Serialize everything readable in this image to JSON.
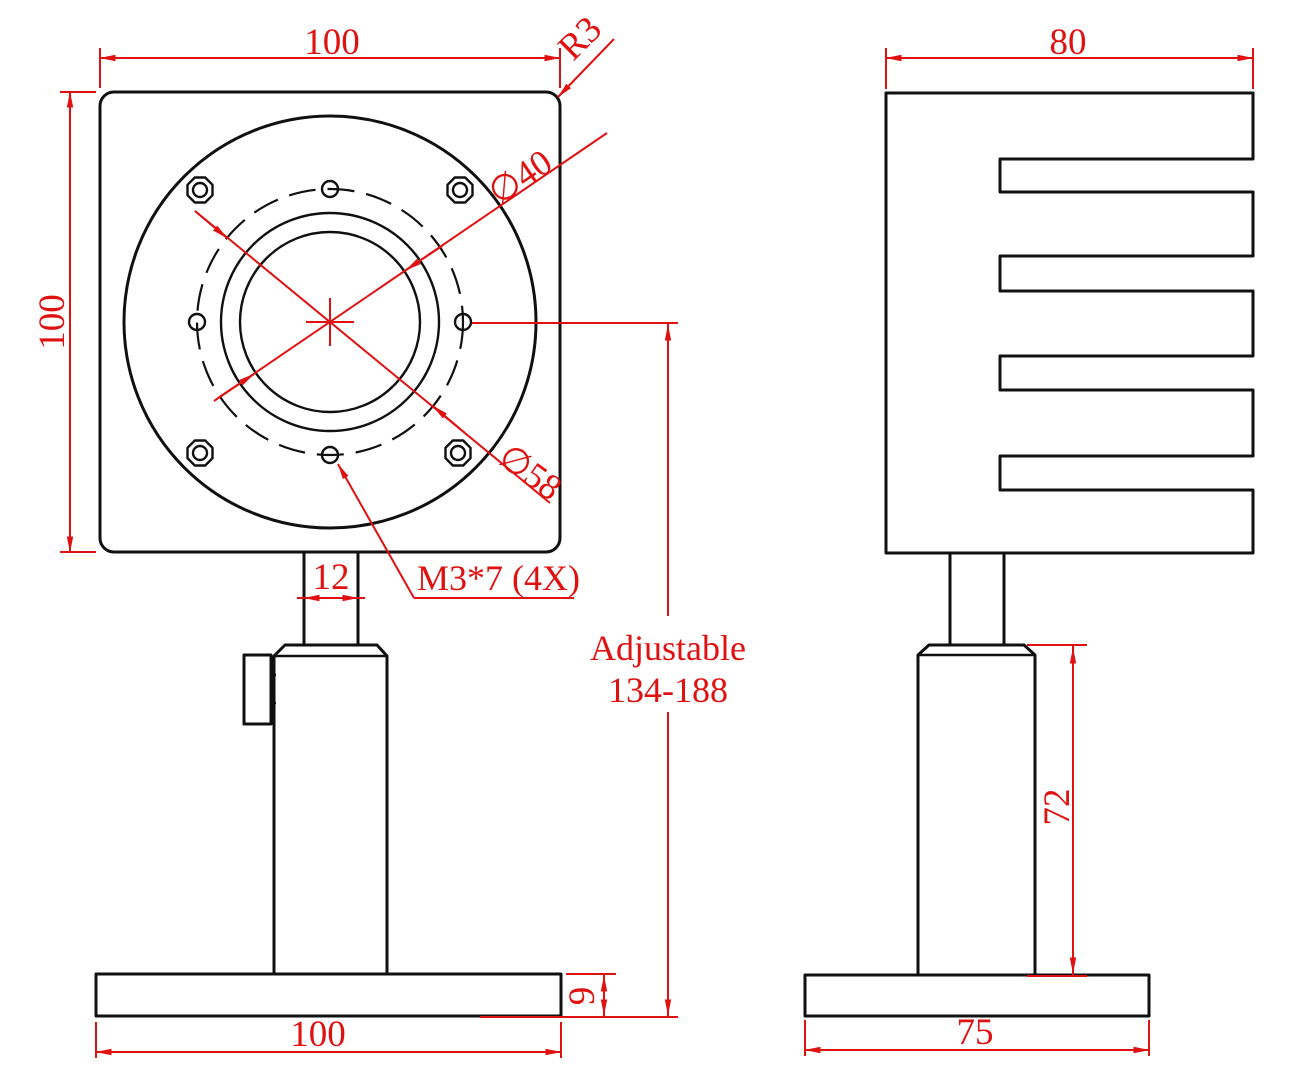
{
  "colors": {
    "red": "#e01111",
    "black": "#101010",
    "bg": "#ffffff"
  },
  "front_view": {
    "dim_width_top": "100",
    "dim_corner_radius": "R3",
    "dim_height_left": "100",
    "dim_aperture": "∅40",
    "dim_bolt_circle": "∅58",
    "dim_stem_width": "12",
    "screw_note": "M3*7 (4X)",
    "dim_base_height": "9",
    "dim_base_width": "100"
  },
  "side_view": {
    "dim_width_top": "80",
    "dim_post_height": "72",
    "dim_base_width": "75"
  },
  "height_note": {
    "line1": "Adjustable",
    "line2": "134-188"
  }
}
